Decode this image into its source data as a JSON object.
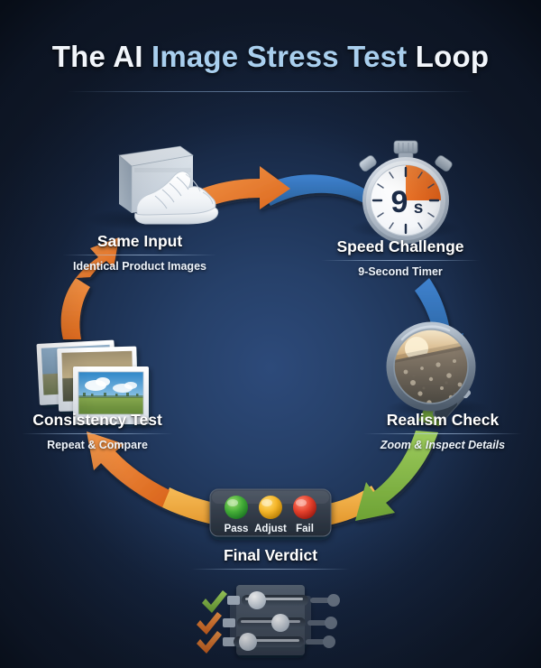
{
  "title": {
    "part1": "The AI ",
    "accent": "Image Stress Test",
    "part2": " Loop"
  },
  "colors": {
    "background_dark": "#121c2e",
    "background_center": "#2d4a7a",
    "accent_blue": "#a9cfee",
    "arrow_orange": "#e8772c",
    "arrow_blue": "#2f6fbd",
    "arrow_green": "#8cc14a",
    "arrow_amber": "#f0a93a",
    "pass_green": "#3faa3a",
    "adjust_yellow": "#f0b21e",
    "fail_red": "#e03a2a"
  },
  "nodes": [
    {
      "id": "same-input",
      "title": "Same Input",
      "subtitle": "Identical Product Images",
      "icon": "shoebox-and-sneaker-icon",
      "italic": false
    },
    {
      "id": "speed-challenge",
      "title": "Speed Challenge",
      "subtitle": "9-Second Timer",
      "icon": "stopwatch-icon",
      "italic": false,
      "stopwatch_value": "9",
      "stopwatch_unit": "s"
    },
    {
      "id": "realism-check",
      "title": "Realism Check",
      "subtitle": "Zoom & Inspect Details",
      "icon": "magnifying-glass-icon",
      "italic": true
    },
    {
      "id": "consistency-test",
      "title": "Consistency Test",
      "subtitle": "Repeat & Compare",
      "icon": "photo-stack-icon",
      "italic": false
    },
    {
      "id": "final-verdict",
      "title": "Final Verdict",
      "subtitle": "",
      "icon": "traffic-light-panel-icon",
      "italic": false
    }
  ],
  "verdict_lights": [
    {
      "label": "Pass",
      "color": "#3faa3a"
    },
    {
      "label": "Adjust",
      "color": "#f0b21e"
    },
    {
      "label": "Fail",
      "color": "#e03a2a"
    }
  ],
  "arrows": [
    {
      "id": "same-input-to-speed",
      "from": "same-input",
      "to": "speed-challenge",
      "head_color": "#e8772c",
      "tail_color": "#2f6fbd"
    },
    {
      "id": "speed-to-realism",
      "from": "speed-challenge",
      "to": "realism-check",
      "head_color": "#2f6fbd",
      "tail_color": "#8cc14a"
    },
    {
      "id": "realism-to-verdict",
      "from": "realism-check",
      "to": "final-verdict",
      "head_color": "#8cc14a",
      "tail_color": "#f0a93a"
    },
    {
      "id": "verdict-to-consistency",
      "from": "final-verdict",
      "to": "consistency-test",
      "head_color": "#e8772c",
      "tail_color": "#f0a93a"
    },
    {
      "id": "consistency-to-same-input",
      "from": "consistency-test",
      "to": "same-input",
      "head_color": "#e8772c",
      "tail_color": "#e8772c"
    }
  ],
  "settings_panel": {
    "icon": "sliders-settings-icon",
    "checks": [
      {
        "mark": "check-green",
        "color": "#8cc14a"
      },
      {
        "mark": "check-orange",
        "color": "#e8772c"
      },
      {
        "mark": "check-orange",
        "color": "#e8772c"
      }
    ],
    "slider_count": 3
  }
}
